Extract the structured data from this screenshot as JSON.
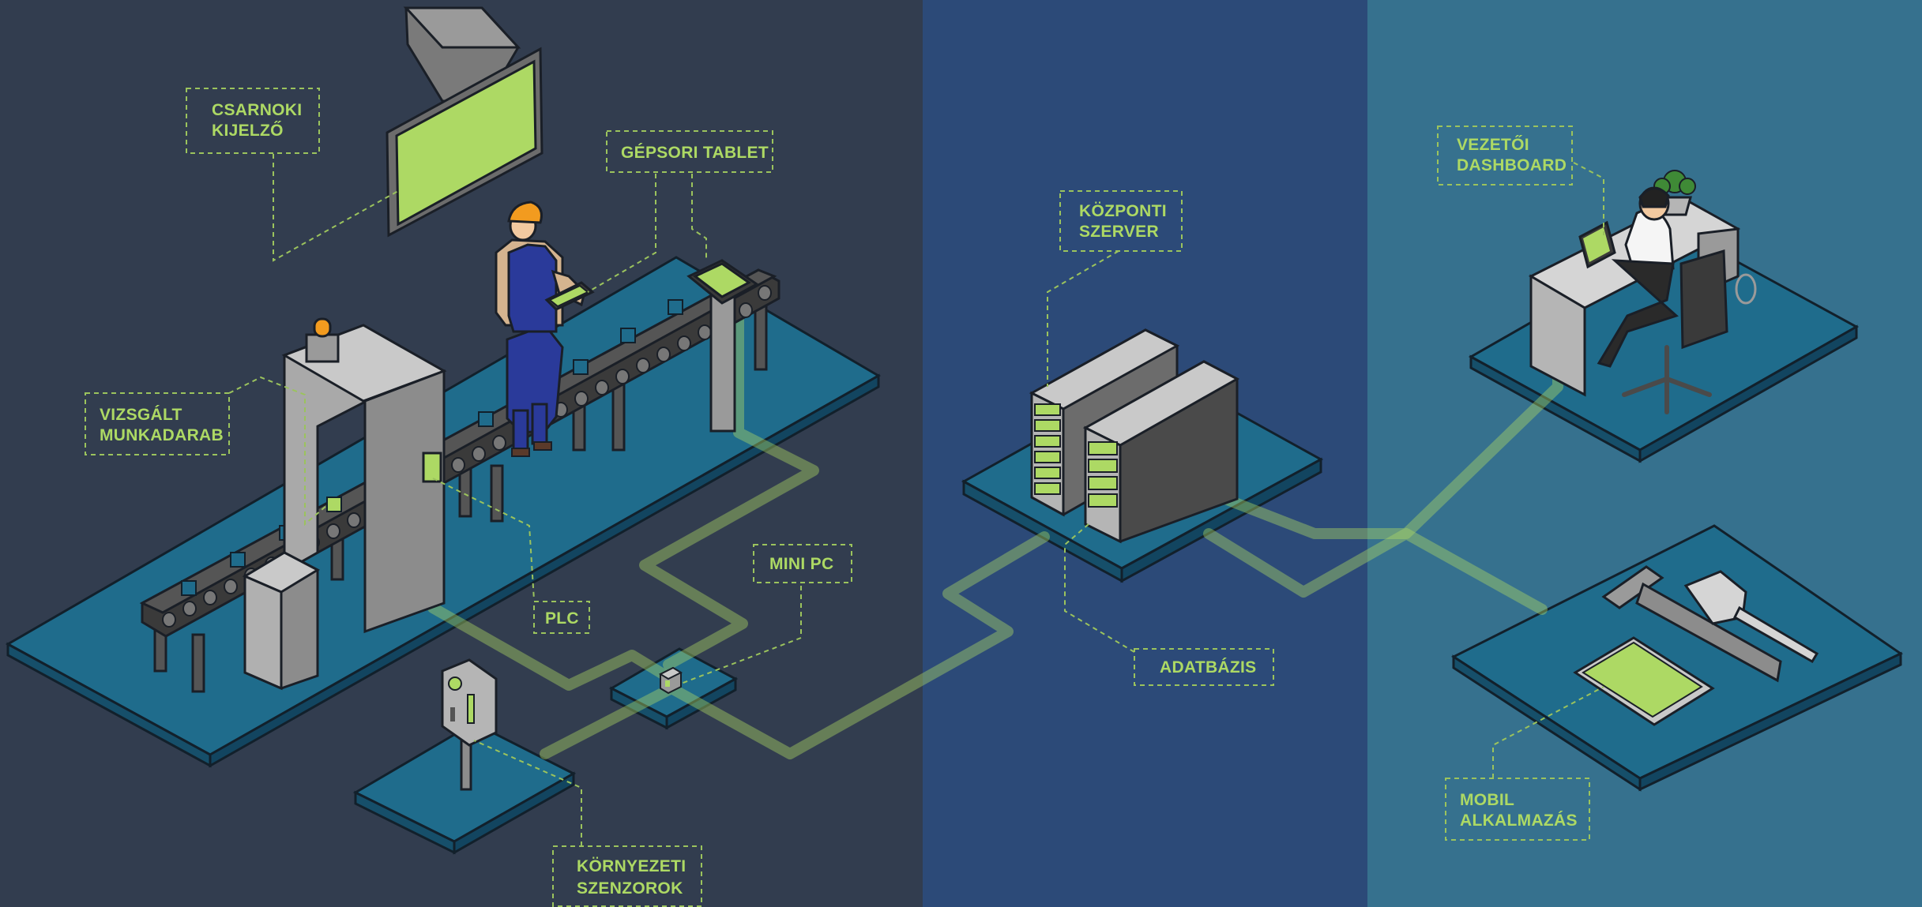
{
  "colors": {
    "panel_factory": "#323d4f",
    "panel_server": "#2c4a78",
    "panel_office": "#36718e",
    "platform_top": "#1f6c8c",
    "platform_side": "#164f6a",
    "accent_green": "#add964",
    "label_border": "#9bc35d",
    "grey_light": "#b5b5b5",
    "grey_mid": "#8c8c8c",
    "grey_dark": "#4a4a4a",
    "outline": "#1a1f27"
  },
  "zones": [
    "factory-floor",
    "server-room",
    "office-mobile"
  ],
  "labels": {
    "hall_display": [
      "CSARNOKI",
      "KIJELZŐ"
    ],
    "line_tablet": [
      "GÉPSORI TABLET"
    ],
    "inspected_workpiece": [
      "VIZSGÁLT",
      "MUNKADARAB"
    ],
    "plc": [
      "PLC"
    ],
    "mini_pc": [
      "MINI PC"
    ],
    "env_sensors": [
      "KÖRNYEZETI",
      "SZENZOROK"
    ],
    "central_server": [
      "KÖZPONTI",
      "SZERVER"
    ],
    "database": [
      "ADATBÁZIS"
    ],
    "manager_dashboard": [
      "VEZETŐI",
      "DASHBOARD"
    ],
    "mobile_app": [
      "MOBIL",
      "ALKALMAZÁS"
    ]
  },
  "icons": {
    "display": "wall-monitor-icon",
    "worker": "worker-with-tablet-icon",
    "plc": "plc-box-icon",
    "minipc": "mini-pc-icon",
    "sensor": "sensor-panel-icon",
    "server": "server-rack-icon",
    "desk": "manager-desk-icon",
    "mobile": "smartphone-icon",
    "tools": "hammer-drill-icon"
  }
}
